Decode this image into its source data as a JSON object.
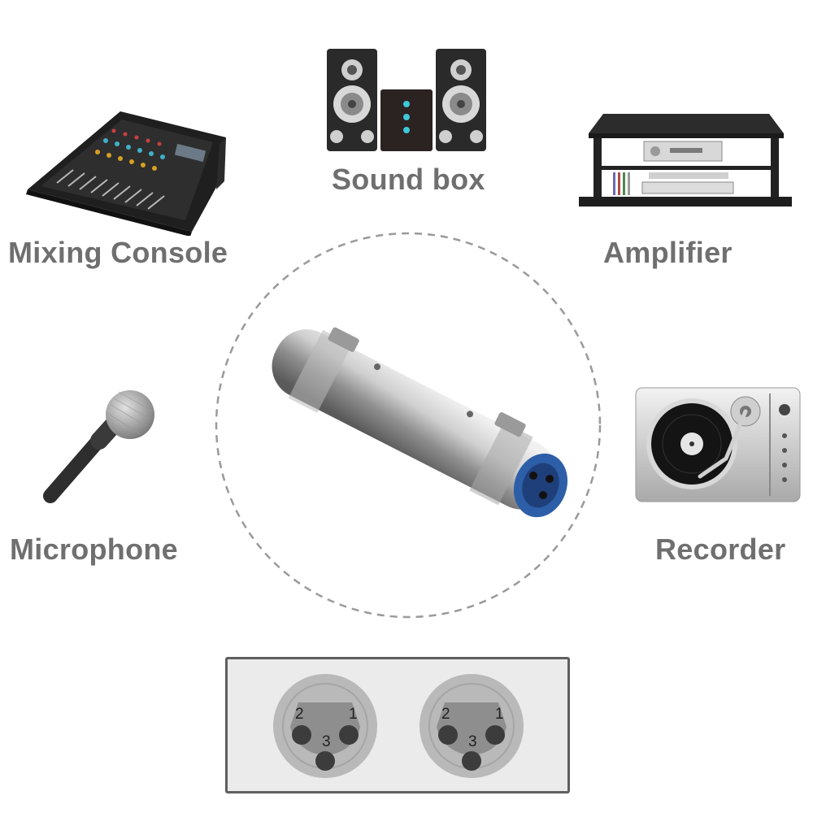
{
  "devices": {
    "sound_box": {
      "label": "Sound box",
      "icon": "speaker-system-icon"
    },
    "mixing_console": {
      "label": "Mixing Console",
      "icon": "mixing-console-icon"
    },
    "amplifier": {
      "label": "Amplifier",
      "icon": "amplifier-icon"
    },
    "microphone": {
      "label": "Microphone",
      "icon": "microphone-icon"
    },
    "recorder": {
      "label": "Recorder",
      "icon": "turntable-recorder-icon"
    }
  },
  "product": {
    "icon": "xlr-female-female-coupler-icon"
  },
  "pinout": {
    "connectors": [
      {
        "pins": [
          "2",
          "1",
          "3"
        ]
      },
      {
        "pins": [
          "2",
          "1",
          "3"
        ]
      }
    ]
  }
}
